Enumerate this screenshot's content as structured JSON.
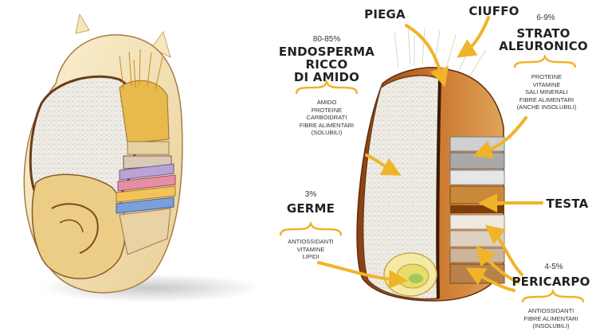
{
  "labels": {
    "piega": "PIEGA",
    "ciuffo": "CIUFFO",
    "endosperma": {
      "percent": "80-85%",
      "title": [
        "ENDOSPERMA",
        "RICCO",
        "DI AMIDO"
      ],
      "items": [
        "AMIDO",
        "PROTEINE",
        "CARBOIDRATI",
        "FIBRE ALIMENTARI",
        "(SOLUBILI)"
      ]
    },
    "aleuronico": {
      "percent": "6-9%",
      "title": [
        "STRATO",
        "ALEURONICO"
      ],
      "items": [
        "PROTEINE",
        "VITAMINE",
        "SALI MINERALI",
        "FIBRE ALIMENTARI",
        "(ANCHE INSOLUBILI)"
      ]
    },
    "germe": {
      "percent": "3%",
      "title": "GERME",
      "items": [
        "ANTIOSSIDANTI",
        "VITAMINE",
        "LIPIDI"
      ]
    },
    "testa": "TESTA",
    "pericarpo": {
      "percent": "4-5%",
      "title": "PERICARPO",
      "items": [
        "ANTIOSSIDANTI",
        "FIBRE ALIMENTARI",
        "(INSOLUBILI)"
      ]
    }
  },
  "colors": {
    "arrow": "#f0b429",
    "brace": "#f0b429",
    "endosperm": "#f2f0ea",
    "bran": "#c8742a",
    "germ": "#f4d98a",
    "outline": "#8b5a2b"
  }
}
